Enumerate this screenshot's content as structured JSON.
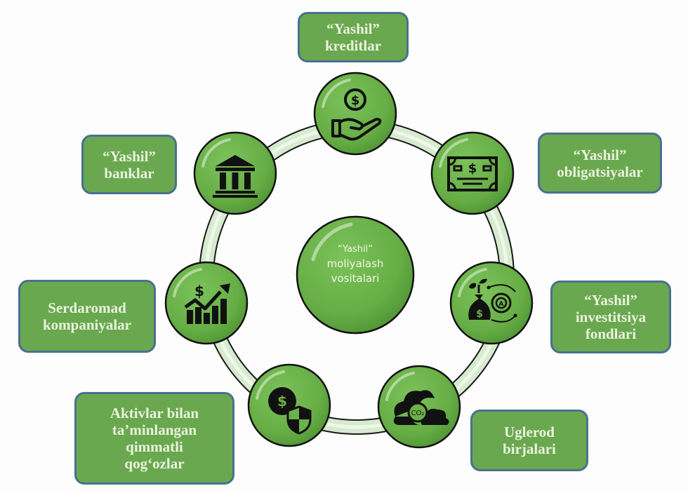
{
  "diagram": {
    "center": {
      "lines": [
        "“Yashil”",
        "moliyalash",
        "vositalari"
      ]
    },
    "colors": {
      "node_fill": "#6cb04a",
      "node_outline": "#111111",
      "ring_fill": "#d7ecd0",
      "label_fill": "#6aa84f",
      "label_border": "#4a7090",
      "label_text": "#eaf3de",
      "icon": "#111111"
    },
    "nodes": [
      {
        "id": "credits",
        "icon": "hand-holding-dollar-icon",
        "label": [
          "“Yashil”",
          "kreditlar"
        ]
      },
      {
        "id": "bonds",
        "icon": "banknote-icon",
        "label": [
          "“Yashil”",
          "obligatsiyalar"
        ]
      },
      {
        "id": "funds",
        "icon": "money-bag-sprout-icon",
        "label": [
          "“Yashil”",
          "investitsiya",
          "fondlari"
        ]
      },
      {
        "id": "carbon",
        "icon": "co2-cloud-icon",
        "label": [
          "Uglerod",
          "birjalari"
        ]
      },
      {
        "id": "securities",
        "icon": "dollar-shield-icon",
        "label": [
          "Aktivlar bilan",
          "ta’minlangan",
          "qimmatli",
          "qog‘ozlar"
        ]
      },
      {
        "id": "companies",
        "icon": "growth-chart-icon",
        "label": [
          "Serdaromad",
          "kompaniyalar"
        ]
      },
      {
        "id": "banks",
        "icon": "bank-building-icon",
        "label": [
          "“Yashil”",
          "banklar"
        ]
      }
    ],
    "co2_text": "CO₂"
  }
}
